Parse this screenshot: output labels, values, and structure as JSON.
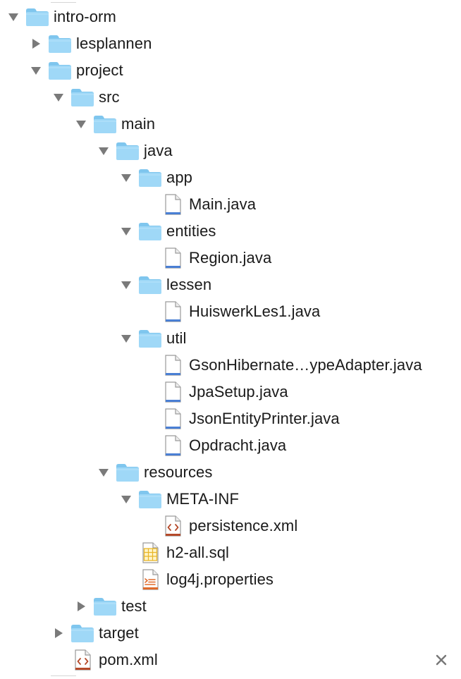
{
  "tree": [
    {
      "label": "intro-orm",
      "depth": 0,
      "type": "folder",
      "state": "expanded"
    },
    {
      "label": "lesplannen",
      "depth": 1,
      "type": "folder",
      "state": "collapsed"
    },
    {
      "label": "project",
      "depth": 1,
      "type": "folder",
      "state": "expanded"
    },
    {
      "label": "src",
      "depth": 2,
      "type": "folder",
      "state": "expanded"
    },
    {
      "label": "main",
      "depth": 3,
      "type": "folder",
      "state": "expanded"
    },
    {
      "label": "java",
      "depth": 4,
      "type": "folder",
      "state": "expanded"
    },
    {
      "label": "app",
      "depth": 5,
      "type": "folder",
      "state": "expanded"
    },
    {
      "label": "Main.java",
      "depth": 6,
      "type": "java-file"
    },
    {
      "label": "entities",
      "depth": 5,
      "type": "folder",
      "state": "expanded"
    },
    {
      "label": "Region.java",
      "depth": 6,
      "type": "java-file"
    },
    {
      "label": "lessen",
      "depth": 5,
      "type": "folder",
      "state": "expanded"
    },
    {
      "label": "HuiswerkLes1.java",
      "depth": 6,
      "type": "java-file"
    },
    {
      "label": "util",
      "depth": 5,
      "type": "folder",
      "state": "expanded"
    },
    {
      "label": "GsonHibernate…ypeAdapter.java",
      "depth": 6,
      "type": "java-file"
    },
    {
      "label": "JpaSetup.java",
      "depth": 6,
      "type": "java-file"
    },
    {
      "label": "JsonEntityPrinter.java",
      "depth": 6,
      "type": "java-file"
    },
    {
      "label": "Opdracht.java",
      "depth": 6,
      "type": "java-file"
    },
    {
      "label": "resources",
      "depth": 4,
      "type": "folder",
      "state": "expanded"
    },
    {
      "label": "META-INF",
      "depth": 5,
      "type": "folder",
      "state": "expanded"
    },
    {
      "label": "persistence.xml",
      "depth": 6,
      "type": "xml-file"
    },
    {
      "label": "h2-all.sql",
      "depth": 5,
      "type": "sql-file"
    },
    {
      "label": "log4j.properties",
      "depth": 5,
      "type": "properties-file"
    },
    {
      "label": "test",
      "depth": 3,
      "type": "folder",
      "state": "collapsed"
    },
    {
      "label": "target",
      "depth": 2,
      "type": "folder",
      "state": "collapsed"
    },
    {
      "label": "pom.xml",
      "depth": 2,
      "type": "xml-file"
    }
  ],
  "close_icon": "close-icon",
  "colors": {
    "folder_fill": "#9fd8f7",
    "folder_tab": "#7fc6ee",
    "disclosure": "#7a7a7a",
    "java_file_stripe": "#4a7fd4",
    "xml_accent": "#b54a2a",
    "sql_accent": "#e8b628",
    "properties_accent": "#e06a2a"
  }
}
